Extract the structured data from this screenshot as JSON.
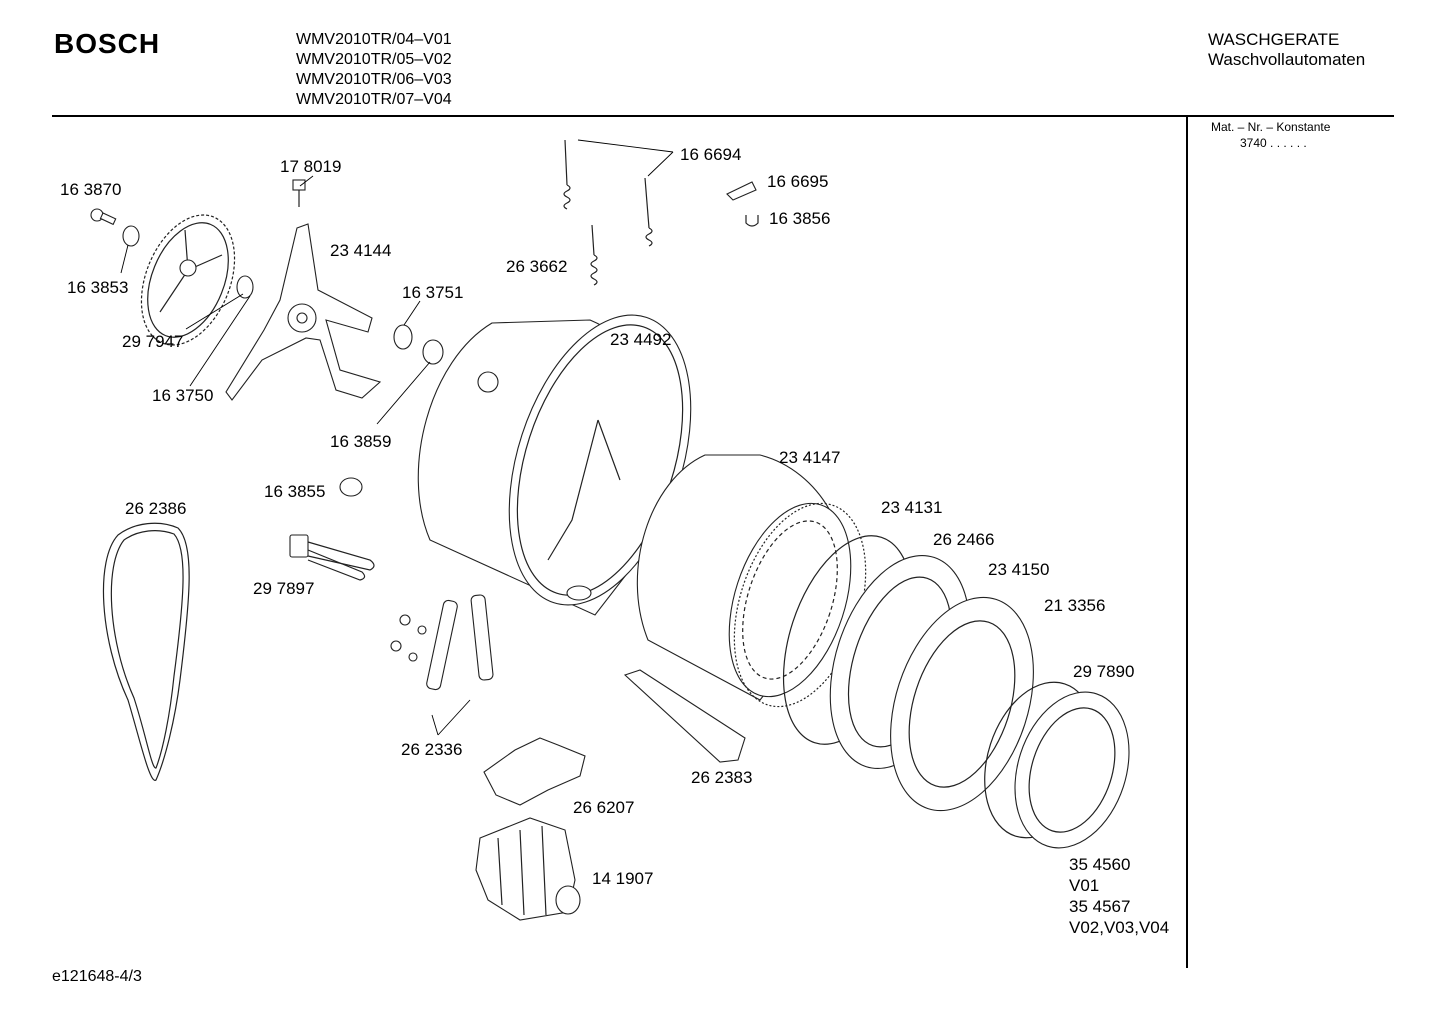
{
  "header": {
    "brand": "BOSCH",
    "models": [
      "WMV2010TR/04–V01",
      "WMV2010TR/05–V02",
      "WMV2010TR/06–V03",
      "WMV2010TR/07–V04"
    ],
    "category_line1": "WASCHGERATE",
    "category_line2": "Waschvollautomaten"
  },
  "sidebar": {
    "mat_label": "Mat. – Nr. – Konstante",
    "mat_value": "3740 .  .  .  .  .  ."
  },
  "parts": [
    {
      "id": "p178019",
      "number": "17 8019"
    },
    {
      "id": "p163870",
      "number": "16 3870"
    },
    {
      "id": "p234144",
      "number": "23 4144"
    },
    {
      "id": "p163853",
      "number": "16 3853"
    },
    {
      "id": "p297947",
      "number": "29 7947"
    },
    {
      "id": "p163751",
      "number": "16 3751"
    },
    {
      "id": "p163750",
      "number": "16 3750"
    },
    {
      "id": "p163859",
      "number": "16 3859"
    },
    {
      "id": "p166694",
      "number": "16 6694"
    },
    {
      "id": "p166695",
      "number": "16 6695"
    },
    {
      "id": "p163856",
      "number": "16 3856"
    },
    {
      "id": "p263662",
      "number": "26 3662"
    },
    {
      "id": "p234492",
      "number": "23 4492"
    },
    {
      "id": "p234147",
      "number": "23 4147"
    },
    {
      "id": "p163855",
      "number": "16 3855"
    },
    {
      "id": "p262386",
      "number": "26 2386"
    },
    {
      "id": "p234131",
      "number": "23 4131"
    },
    {
      "id": "p262466",
      "number": "26 2466"
    },
    {
      "id": "p297897",
      "number": "29 7897"
    },
    {
      "id": "p234150",
      "number": "23 4150"
    },
    {
      "id": "p213356",
      "number": "21 3356"
    },
    {
      "id": "p297890",
      "number": "29 7890"
    },
    {
      "id": "p262336",
      "number": "26 2336"
    },
    {
      "id": "p262383",
      "number": "26 2383"
    },
    {
      "id": "p266207",
      "number": "26 6207"
    },
    {
      "id": "p141907",
      "number": "14 1907"
    },
    {
      "id": "p354560",
      "number": "35 4560"
    },
    {
      "id": "v01",
      "number": "V01"
    },
    {
      "id": "p354567",
      "number": "35 4567"
    },
    {
      "id": "v020304",
      "number": "V02,V03,V04"
    }
  ],
  "footer": "e121648-4/3"
}
